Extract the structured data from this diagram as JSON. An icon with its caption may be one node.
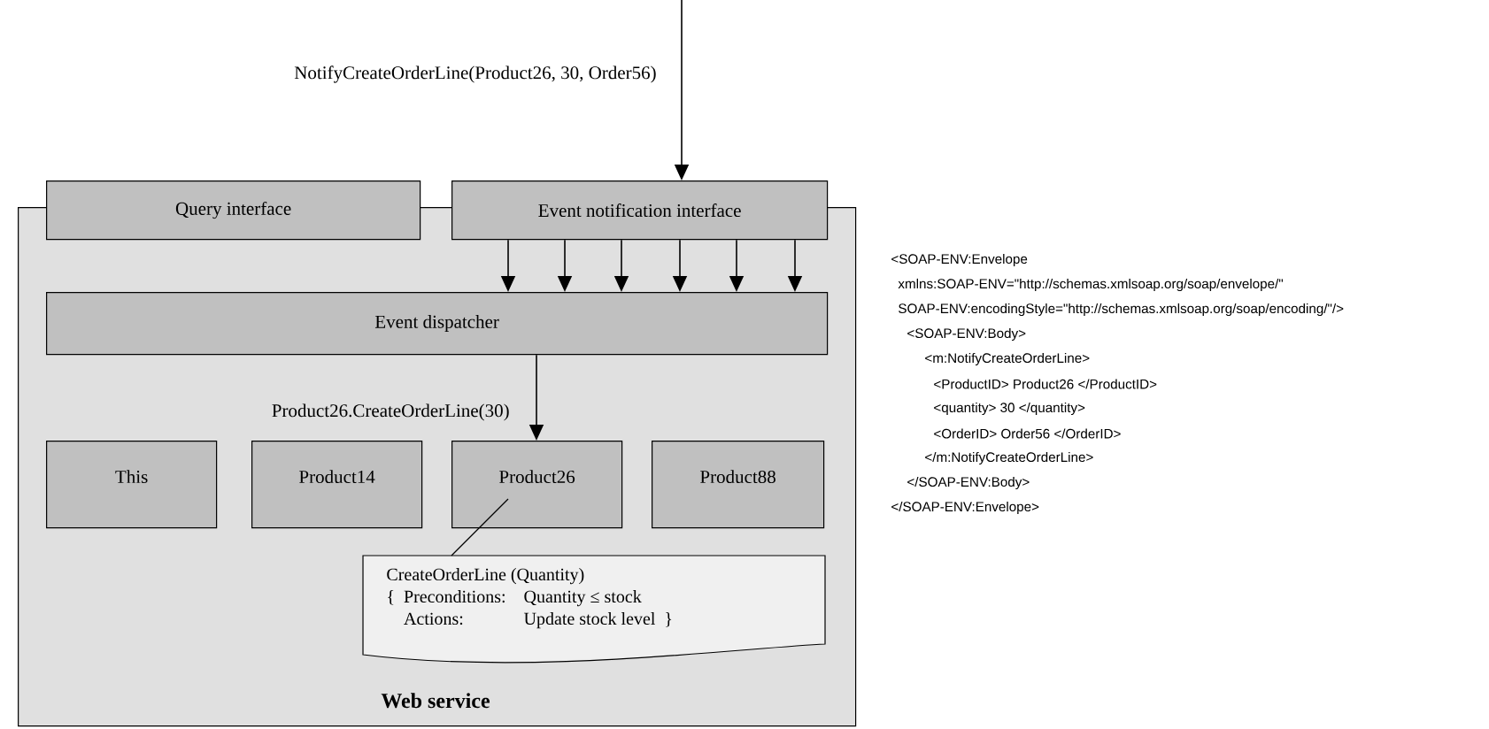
{
  "diagram": {
    "nodes": [
      {
        "text": [
          "Web service"
        ]
      },
      {
        "text": [
          "Query interface"
        ]
      },
      {
        "text": [
          "Event notification interface"
        ]
      },
      {
        "text": [
          "Event dispatcher"
        ],
        "in": 0
      },
      {
        "text": [
          "This"
        ],
        "in": 0
      },
      {
        "text": [
          "Product14"
        ],
        "in": 0
      },
      {
        "text": [
          "Product26"
        ],
        "in": 0
      },
      {
        "text": [
          "Product88"
        ],
        "in": 0
      },
      {
        "text": [
          "CreateOrderLine (Quantity)",
          "{",
          "Preconditions:",
          "Quantity ≤ stock",
          "Actions:",
          "Update stock level",
          "}"
        ],
        "in": 0
      }
    ],
    "edges": [
      {
        "from": null,
        "to": 2,
        "arrow": "to",
        "label": "NotifyCreateOrderLine(Product26, 30, Order56)"
      },
      {
        "from": 2,
        "to": 3,
        "arrow": "to"
      },
      {
        "from": 2,
        "to": 3,
        "arrow": "to"
      },
      {
        "from": 2,
        "to": 3,
        "arrow": "to"
      },
      {
        "from": 2,
        "to": 3,
        "arrow": "to"
      },
      {
        "from": 2,
        "to": 3,
        "arrow": "to"
      },
      {
        "from": 2,
        "to": 3,
        "arrow": "to"
      },
      {
        "from": 3,
        "to": 6,
        "arrow": "to",
        "label": "Product26.CreateOrderLine(30)"
      },
      {
        "from": 6,
        "to": 8,
        "arrow": "none"
      }
    ],
    "labels": [
      "<SOAP-ENV:Envelope",
      "xmlns:SOAP-ENV=\"http://schemas.xmlsoap.org/soap/envelope/\"",
      "SOAP-ENV:encodingStyle=\"http://schemas.xmlsoap.org/soap/encoding/\"/>",
      "<SOAP-ENV:Body>",
      "<m:NotifyCreateOrderLine>",
      "<ProductID> Product26 </ProductID>",
      "<quantity> 30 </quantity>",
      "<OrderID> Order56 </OrderID>",
      "</m:NotifyCreateOrderLine>",
      "</SOAP-ENV:Body>",
      "</SOAP-ENV:Envelope>"
    ]
  }
}
